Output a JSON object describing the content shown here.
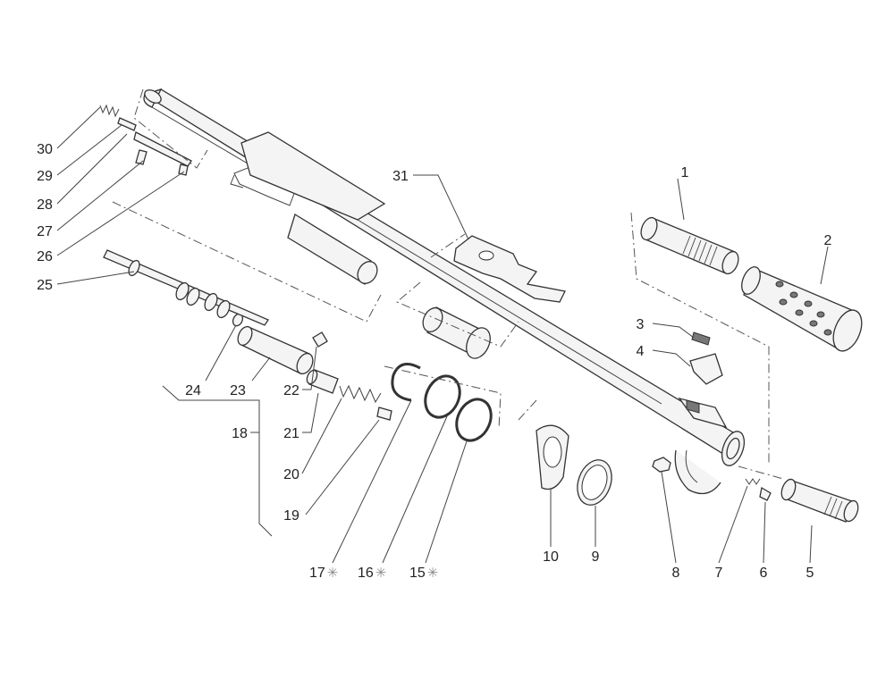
{
  "diagram": {
    "line_color": "#333333",
    "star_color": "#8a8a8a",
    "callouts": [
      {
        "id": "1",
        "text": "1"
      },
      {
        "id": "2",
        "text": "2"
      },
      {
        "id": "3",
        "text": "3"
      },
      {
        "id": "4",
        "text": "4"
      },
      {
        "id": "5",
        "text": "5"
      },
      {
        "id": "6",
        "text": "6"
      },
      {
        "id": "7",
        "text": "7"
      },
      {
        "id": "8",
        "text": "8"
      },
      {
        "id": "9",
        "text": "9"
      },
      {
        "id": "10",
        "text": "10"
      },
      {
        "id": "15",
        "text": "15",
        "star": "✳"
      },
      {
        "id": "16",
        "text": "16",
        "star": "✳"
      },
      {
        "id": "17",
        "text": "17",
        "star": "✳"
      },
      {
        "id": "18",
        "text": "18"
      },
      {
        "id": "19",
        "text": "19"
      },
      {
        "id": "20",
        "text": "20"
      },
      {
        "id": "21",
        "text": "21"
      },
      {
        "id": "22",
        "text": "22"
      },
      {
        "id": "23",
        "text": "23"
      },
      {
        "id": "24",
        "text": "24"
      },
      {
        "id": "25",
        "text": "25"
      },
      {
        "id": "26",
        "text": "26"
      },
      {
        "id": "27",
        "text": "27"
      },
      {
        "id": "28",
        "text": "28"
      },
      {
        "id": "29",
        "text": "29"
      },
      {
        "id": "30",
        "text": "30"
      },
      {
        "id": "31",
        "text": "31"
      }
    ]
  }
}
